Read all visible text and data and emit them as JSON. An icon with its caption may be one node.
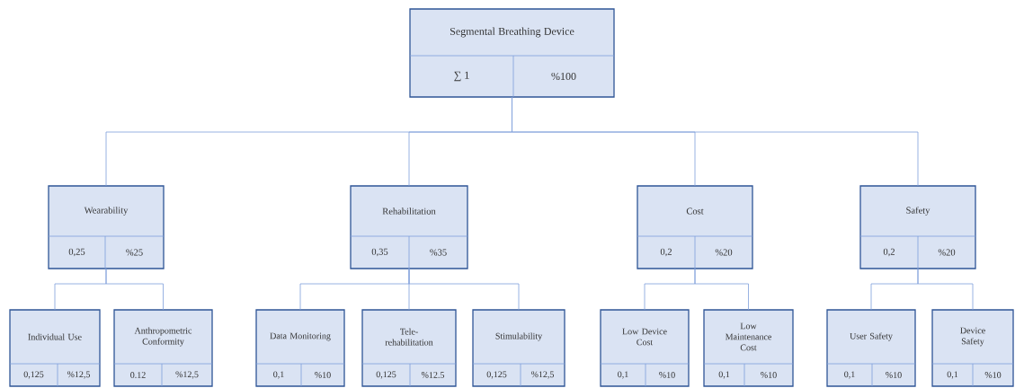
{
  "diagram": {
    "nodes": [
      {
        "text": [
          "Segmental Breathing Device",
          "∑ 1",
          "%100"
        ]
      },
      {
        "text": [
          "Wearability",
          "0,25",
          "%25"
        ]
      },
      {
        "text": [
          "Rehabilitation",
          "0,35",
          "%35"
        ]
      },
      {
        "text": [
          "Cost",
          "0,2",
          "%20"
        ]
      },
      {
        "text": [
          "Safety",
          "0,2",
          "%20"
        ]
      },
      {
        "text": [
          "Individual Use",
          "0,125",
          "%12,5"
        ]
      },
      {
        "text": [
          "Anthropometric Conformity",
          "0.12",
          "%12,5"
        ]
      },
      {
        "text": [
          "Data Monitoring",
          "0,1",
          "%10"
        ]
      },
      {
        "text": [
          "Tele-rehabilitation",
          "0,125",
          "%12.5"
        ]
      },
      {
        "text": [
          "Stimulability",
          "0,125",
          "%12,5"
        ]
      },
      {
        "text": [
          "Low Device Cost",
          "0,1",
          "%10"
        ]
      },
      {
        "text": [
          "Low Maintenance Cost",
          "0,1",
          "%10"
        ]
      },
      {
        "text": [
          "User Safety",
          "0,1",
          "%10"
        ]
      },
      {
        "text": [
          "Device Safety",
          "0,1",
          "%10"
        ]
      }
    ],
    "edges": [
      {
        "from": 0,
        "to": 1,
        "arrow": "none"
      },
      {
        "from": 0,
        "to": 2,
        "arrow": "none"
      },
      {
        "from": 0,
        "to": 3,
        "arrow": "none"
      },
      {
        "from": 0,
        "to": 4,
        "arrow": "none"
      },
      {
        "from": 1,
        "to": 5,
        "arrow": "none"
      },
      {
        "from": 1,
        "to": 6,
        "arrow": "none"
      },
      {
        "from": 2,
        "to": 7,
        "arrow": "none"
      },
      {
        "from": 2,
        "to": 8,
        "arrow": "none"
      },
      {
        "from": 2,
        "to": 9,
        "arrow": "none"
      },
      {
        "from": 3,
        "to": 10,
        "arrow": "none"
      },
      {
        "from": 3,
        "to": 11,
        "arrow": "none"
      },
      {
        "from": 4,
        "to": 12,
        "arrow": "none"
      },
      {
        "from": 4,
        "to": 13,
        "arrow": "none"
      }
    ]
  }
}
